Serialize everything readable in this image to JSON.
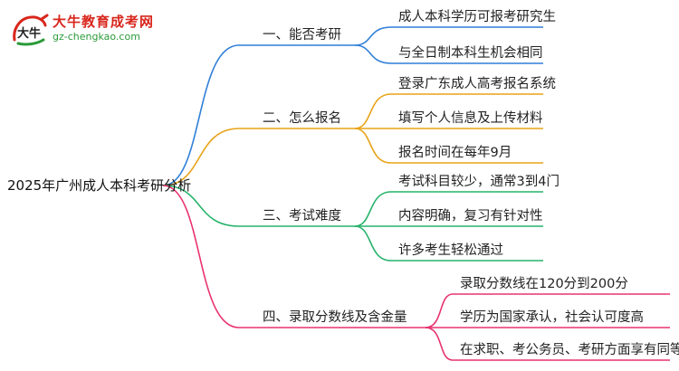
{
  "logo": {
    "title": "大牛教育成考网",
    "url": "gz-chengkao.com",
    "mark": "大牛",
    "colors": {
      "title": "#d8261c",
      "url": "#2a9a3a"
    }
  },
  "root": "2025年广州成人本科考研分析",
  "branches": [
    {
      "label": "一、能否考研",
      "color": "#2f7fd8",
      "leaves": [
        "成人本科学历可报考研究生",
        "与全日制本科生机会相同"
      ]
    },
    {
      "label": "二、怎么报名",
      "color": "#e8a317",
      "leaves": [
        "登录广东成人高考报名系统",
        "填写个人信息及上传材料",
        "报名时间在每年9月"
      ]
    },
    {
      "label": "三、考试难度",
      "color": "#27b36b",
      "leaves": [
        "考试科目较少，通常3到4门",
        "内容明确，复习有针对性",
        "许多考生轻松通过"
      ]
    },
    {
      "label": "四、录取分数线及含金量",
      "color": "#e8336f",
      "leaves": [
        "录取分数线在120分到200分",
        "学历为国家承认，社会认可度高",
        "在求职、考公务员、考研方面享有同等权益"
      ]
    }
  ]
}
